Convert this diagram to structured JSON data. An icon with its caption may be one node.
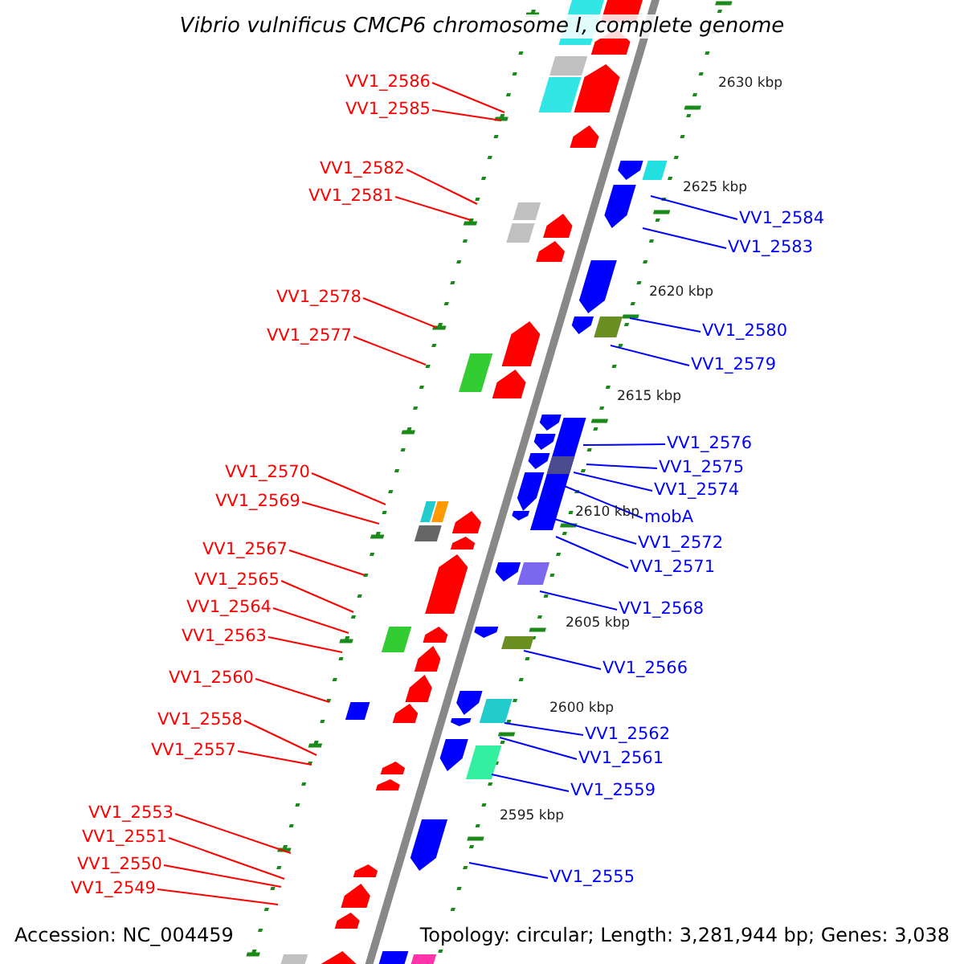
{
  "diagram": {
    "title": "Vibrio vulnificus CMCP6 chromosome I, complete genome",
    "nodes": [
      {
        "text": [
          "VV1_2586"
        ]
      },
      {
        "text": [
          "VV1_2585"
        ]
      },
      {
        "text": [
          "VV1_2582"
        ]
      },
      {
        "text": [
          "VV1_2581"
        ]
      },
      {
        "text": [
          "VV1_2584"
        ]
      },
      {
        "text": [
          "VV1_2583"
        ]
      },
      {
        "text": [
          "VV1_2578"
        ]
      },
      {
        "text": [
          "VV1_2580"
        ]
      },
      {
        "text": [
          "VV1_2577"
        ]
      },
      {
        "text": [
          "VV1_2579"
        ]
      },
      {
        "text": [
          "VV1_2576"
        ]
      },
      {
        "text": [
          "VV1_2575"
        ]
      },
      {
        "text": [
          "VV1_2570"
        ]
      },
      {
        "text": [
          "VV1_2574"
        ]
      },
      {
        "text": [
          "VV1_2569"
        ]
      },
      {
        "text": [
          "mobA"
        ]
      },
      {
        "text": [
          "VV1_2572"
        ]
      },
      {
        "text": [
          "VV1_2567"
        ]
      },
      {
        "text": [
          "VV1_2571"
        ]
      },
      {
        "text": [
          "VV1_2565"
        ]
      },
      {
        "text": [
          "VV1_2564"
        ]
      },
      {
        "text": [
          "VV1_2568"
        ]
      },
      {
        "text": [
          "VV1_2563"
        ]
      },
      {
        "text": [
          "VV1_2566"
        ]
      },
      {
        "text": [
          "VV1_2560"
        ]
      },
      {
        "text": [
          "VV1_2558"
        ]
      },
      {
        "text": [
          "VV1_2562"
        ]
      },
      {
        "text": [
          "VV1_2557"
        ]
      },
      {
        "text": [
          "VV1_2561"
        ]
      },
      {
        "text": [
          "VV1_2559"
        ]
      },
      {
        "text": [
          "VV1_2553"
        ]
      },
      {
        "text": [
          "VV1_2551"
        ]
      },
      {
        "text": [
          "VV1_2550"
        ]
      },
      {
        "text": [
          "VV1_2555"
        ]
      },
      {
        "text": [
          "VV1_2549"
        ]
      }
    ],
    "edges": [
      {
        "from": 0,
        "to": null,
        "arrow": "none"
      },
      {
        "from": 1,
        "to": null,
        "arrow": "none"
      },
      {
        "from": 2,
        "to": null,
        "arrow": "none"
      },
      {
        "from": 3,
        "to": null,
        "arrow": "none"
      },
      {
        "from": 4,
        "to": null,
        "arrow": "none",
        "color": "#0000ff"
      },
      {
        "from": 5,
        "to": null,
        "arrow": "none",
        "color": "#0000ff"
      },
      {
        "from": 6,
        "to": null,
        "arrow": "none"
      },
      {
        "from": 7,
        "to": null,
        "arrow": "none",
        "color": "#0000ff"
      },
      {
        "from": 8,
        "to": null,
        "arrow": "none"
      },
      {
        "from": 9,
        "to": null,
        "arrow": "none",
        "color": "#0000ff"
      },
      {
        "from": 10,
        "to": null,
        "arrow": "none",
        "color": "#0000ff"
      },
      {
        "from": 11,
        "to": null,
        "arrow": "none",
        "color": "#0000ff"
      },
      {
        "from": 12,
        "to": null,
        "arrow": "none"
      },
      {
        "from": 13,
        "to": null,
        "arrow": "none",
        "color": "#0000ff"
      },
      {
        "from": 14,
        "to": null,
        "arrow": "none"
      },
      {
        "from": 15,
        "to": null,
        "arrow": "none",
        "color": "#0000ff"
      },
      {
        "from": 16,
        "to": null,
        "arrow": "none",
        "color": "#0000ff"
      },
      {
        "from": 17,
        "to": null,
        "arrow": "none"
      },
      {
        "from": 18,
        "to": null,
        "arrow": "none",
        "color": "#0000ff"
      },
      {
        "from": 19,
        "to": null,
        "arrow": "none"
      },
      {
        "from": 20,
        "to": null,
        "arrow": "none"
      },
      {
        "from": 21,
        "to": null,
        "arrow": "none",
        "color": "#0000ff"
      },
      {
        "from": 22,
        "to": null,
        "arrow": "none"
      },
      {
        "from": 23,
        "to": null,
        "arrow": "none",
        "color": "#0000ff"
      },
      {
        "from": 24,
        "to": null,
        "arrow": "none"
      },
      {
        "from": 25,
        "to": null,
        "arrow": "none"
      },
      {
        "from": 26,
        "to": null,
        "arrow": "none",
        "color": "#0000ff"
      },
      {
        "from": 27,
        "to": null,
        "arrow": "none"
      },
      {
        "from": 28,
        "to": null,
        "arrow": "none",
        "color": "#0000ff"
      },
      {
        "from": 29,
        "to": null,
        "arrow": "none",
        "color": "#0000ff"
      },
      {
        "from": 30,
        "to": null,
        "arrow": "none"
      },
      {
        "from": 31,
        "to": null,
        "arrow": "none"
      },
      {
        "from": 32,
        "to": null,
        "arrow": "none"
      },
      {
        "from": 33,
        "to": null,
        "arrow": "none",
        "color": "#0000ff"
      },
      {
        "from": 34,
        "to": null,
        "arrow": "none"
      }
    ],
    "labels": [
      "2630 kbp",
      "2625 kbp",
      "2620 kbp",
      "2615 kbp",
      "2610 kbp",
      "2605 kbp",
      "2600 kbp",
      "2595 kbp",
      "Accession: NC_004459",
      "Topology: circular; Length: 3,281,944 bp; Genes: 3,038"
    ]
  }
}
